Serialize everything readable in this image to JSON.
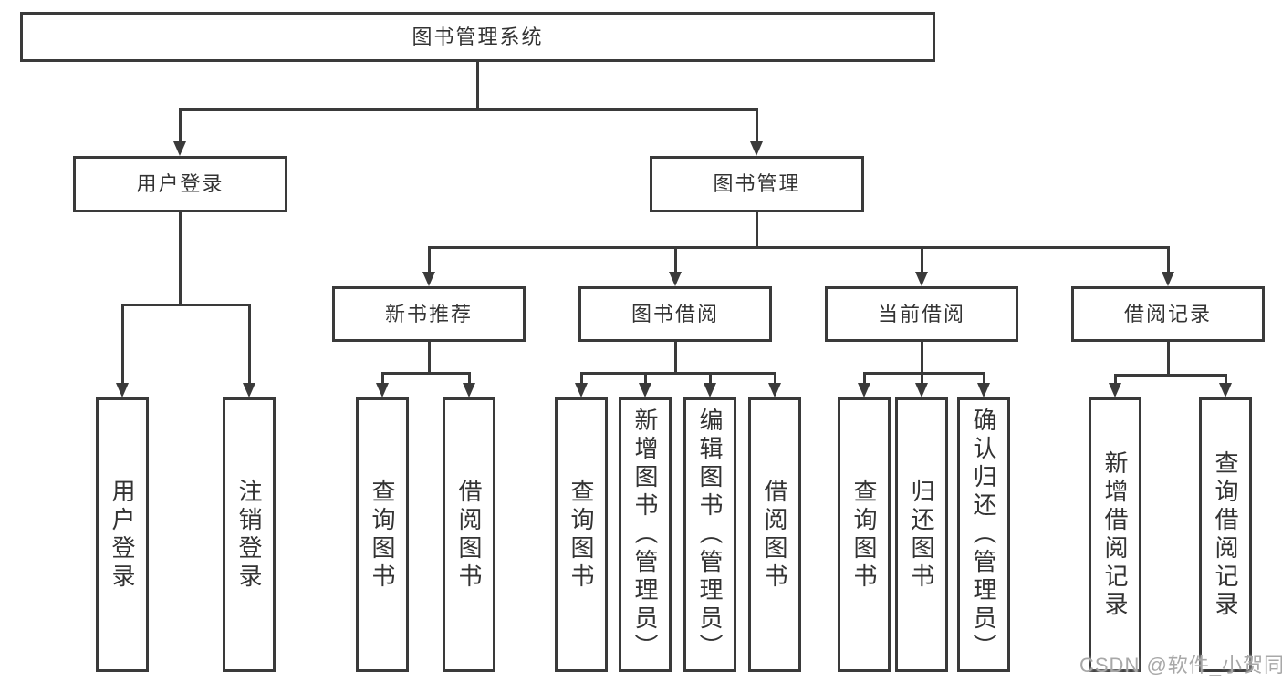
{
  "tree": {
    "root": {
      "label": "图书管理系统",
      "children": [
        {
          "label": "用户登录",
          "children": [
            {
              "label": "用户登录"
            },
            {
              "label": "注销登录"
            }
          ]
        },
        {
          "label": "图书管理",
          "children": [
            {
              "label": "新书推荐",
              "children": [
                {
                  "label": "查询图书"
                },
                {
                  "label": "借阅图书"
                }
              ]
            },
            {
              "label": "图书借阅",
              "children": [
                {
                  "label": "查询图书"
                },
                {
                  "label": "新增图书（管理员）"
                },
                {
                  "label": "编辑图书（管理员）"
                },
                {
                  "label": "借阅图书"
                }
              ]
            },
            {
              "label": "当前借阅",
              "children": [
                {
                  "label": "查询图书"
                },
                {
                  "label": "归还图书"
                },
                {
                  "label": "确认归还（管理员）"
                }
              ]
            },
            {
              "label": "借阅记录",
              "children": [
                {
                  "label": "新增借阅记录"
                },
                {
                  "label": "查询借阅记录"
                }
              ]
            }
          ]
        }
      ]
    }
  },
  "watermark": {
    "text": "CSDN @软件_小贺同学"
  },
  "colors": {
    "line": "#3a3a3a",
    "text": "#333333",
    "watermark": "#a8a8a8",
    "background": "#ffffff"
  }
}
